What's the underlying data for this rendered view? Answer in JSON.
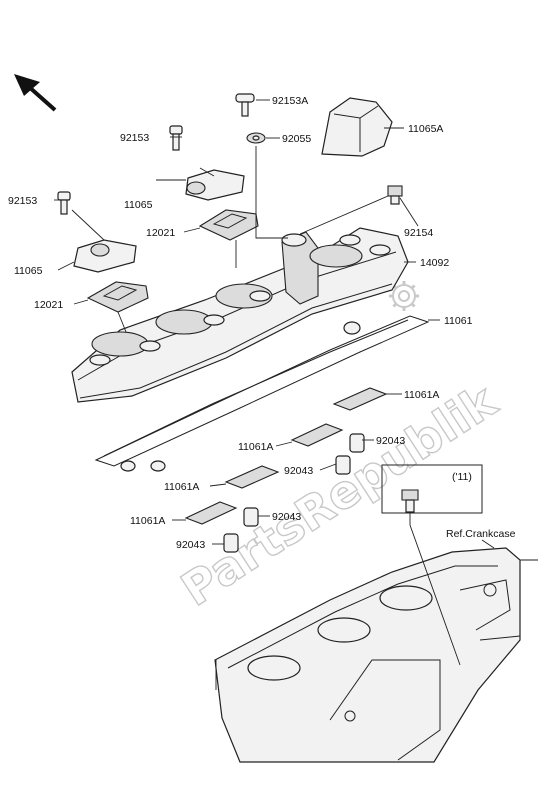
{
  "watermark": "PartsRepublik",
  "inset_label": "('11)",
  "ref_label": "Ref.Crankcase",
  "callouts": [
    {
      "id": "c-92153A",
      "text": "92153A"
    },
    {
      "id": "c-92055",
      "text": "92055"
    },
    {
      "id": "c-11065A",
      "text": "11065A"
    },
    {
      "id": "c-92153-top",
      "text": "92153"
    },
    {
      "id": "c-11065-top",
      "text": "11065"
    },
    {
      "id": "c-92153-left",
      "text": "92153"
    },
    {
      "id": "c-92154",
      "text": "92154"
    },
    {
      "id": "c-12021-top",
      "text": "12021"
    },
    {
      "id": "c-14092",
      "text": "14092"
    },
    {
      "id": "c-11065-left",
      "text": "11065"
    },
    {
      "id": "c-12021-left",
      "text": "12021"
    },
    {
      "id": "c-11061",
      "text": "11061"
    },
    {
      "id": "c-11061A-1",
      "text": "11061A"
    },
    {
      "id": "c-11061A-2",
      "text": "11061A"
    },
    {
      "id": "c-92043-1",
      "text": "92043"
    },
    {
      "id": "c-92043-2",
      "text": "92043"
    },
    {
      "id": "c-11061A-3",
      "text": "11061A"
    },
    {
      "id": "c-11061A-4",
      "text": "11061A"
    },
    {
      "id": "c-92043-3",
      "text": "92043"
    },
    {
      "id": "c-92043-4",
      "text": "92043"
    }
  ]
}
